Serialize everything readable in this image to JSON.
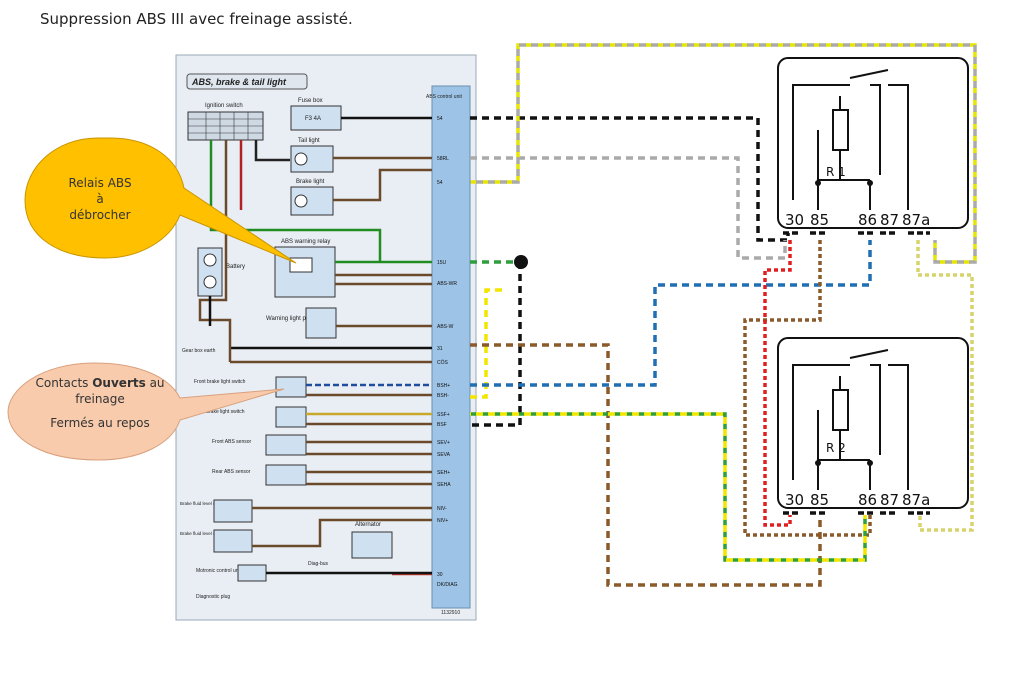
{
  "title": "Suppression ABS III avec freinage assisté.",
  "scan": {
    "header": "ABS, brake & tail light",
    "abs_unit": "ABS control unit",
    "ignition": "Ignition switch",
    "fuse_box": "Fuse box",
    "fuse": "F3 4A",
    "tail_light": "Tail light",
    "brake_light": "Brake light",
    "battery": "Battery",
    "warning_relay": "ABS warning relay",
    "warning_panel": "Warning light panel",
    "gearbox_earth": "Gear box earth",
    "front_switch": "Front brake light switch",
    "rear_switch": "Rear brake light switch",
    "front_sensor": "Front ABS sensor",
    "rear_sensor": "Rear ABS sensor",
    "fluid1": "Brake fluid level sensor",
    "fluid2": "Brake fluid level sensor",
    "alternator": "Alternator",
    "motronic": "Motronic control unit",
    "diag": "Diagnostic plug",
    "diag_bus": "Diag-bus",
    "ref": "1132910",
    "pins": [
      "54",
      "58RL",
      "54",
      "15U",
      "ABS-WR",
      "ABS-W",
      "31",
      "CÖS",
      "BSH+",
      "BSH-",
      "SSF+",
      "BSF",
      "SEV+",
      "SEVA",
      "SEH+",
      "SEHA",
      "NIV-",
      "NIV+",
      "30",
      "DK/DIAG"
    ]
  },
  "callouts": {
    "relay": [
      "Relais ABS",
      "à",
      "débrocher"
    ],
    "contacts_pre": "Contacts ",
    "contacts_bold": "Ouverts",
    "contacts_post": " au",
    "contacts_line2": "freinage",
    "contacts_line3": "Fermés au repos"
  },
  "relays": [
    {
      "name": "R 1",
      "pins": [
        "30",
        "85",
        "86",
        "87",
        "87a"
      ]
    },
    {
      "name": "R 2",
      "pins": [
        "30",
        "85",
        "86",
        "87",
        "87a"
      ]
    }
  ],
  "colors": {
    "callout_fill": "#FFC000",
    "callout2_fill": "#F8CBAD",
    "abs_unit_fill": "#9DC3E6",
    "scan_bg": "#E8EEF4"
  }
}
